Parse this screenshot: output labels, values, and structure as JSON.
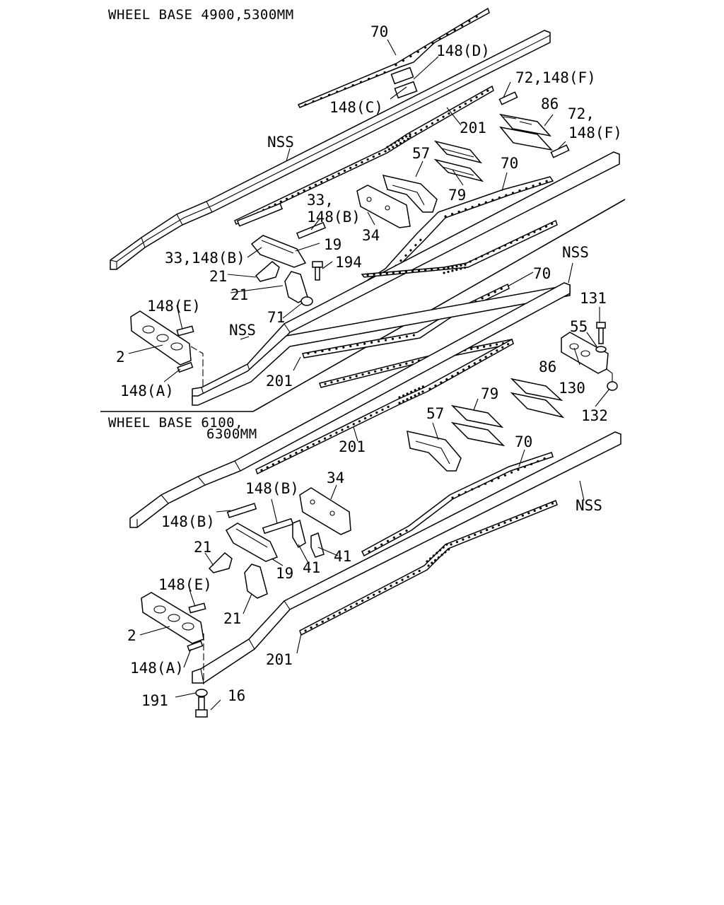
{
  "headers": {
    "top": "WHEEL BASE 4900,5300MM",
    "bottom_line1": "WHEEL BASE 6100,",
    "bottom_line2": "6300MM"
  },
  "labels_top": {
    "l70a": "70",
    "l148d": "148(D)",
    "l148c": "148(C)",
    "l72f": "72,148(F)",
    "l86": "86",
    "l72b": "72,",
    "l148f": "148(F)",
    "l201a": "201",
    "lnss1": "NSS",
    "l57": "57",
    "l70b": "70",
    "l79": "79",
    "l33": "33,",
    "l148b": "148(B)",
    "l34": "34",
    "l33b": "33,148(B)",
    "l19": "19",
    "l21a": "21",
    "l194": "194",
    "l21b": "21",
    "l71": "71",
    "l148e": "148(E)",
    "lnss2": "NSS",
    "lnss3": "NSS",
    "l70c": "70",
    "l131": "131",
    "l55": "55",
    "l2": "2",
    "l86b": "86",
    "l130": "130",
    "l201b": "201",
    "l148a": "148(A)",
    "l132": "132"
  },
  "labels_bottom": {
    "l57": "57",
    "l79": "79",
    "l201": "201",
    "l70": "70",
    "l34": "34",
    "l148b1": "148(B)",
    "l148b2": "148(B)",
    "lnss": "NSS",
    "l21a": "21",
    "l19": "19",
    "l41a": "41",
    "l41b": "41",
    "l148e": "148(E)",
    "l21b": "21",
    "l2": "2",
    "l201b": "201",
    "l148a": "148(A)",
    "l191": "191",
    "l16": "16"
  }
}
